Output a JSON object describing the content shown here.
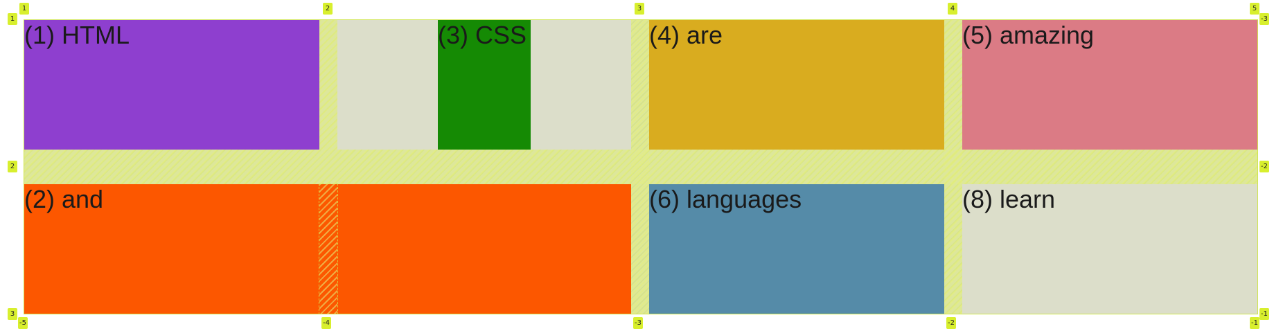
{
  "grid": {
    "overlay_color": "#dde79a",
    "items": {
      "item1": "(1) HTML",
      "item2": "(2) and",
      "item3": "(3) CSS",
      "item4": "(4) are",
      "item5": "(5) amazing",
      "item6": "(6) languages",
      "item8": "(8) learn"
    },
    "colors": {
      "item1": "#8e3fcf",
      "item2": "#fc5700",
      "item3": "#158a04",
      "item4": "#d9ac1f",
      "item5": "#db7b85",
      "item6": "#558ba8",
      "item8": "#dcdeca"
    }
  },
  "line_numbers": {
    "columns_top": [
      "1",
      "2",
      "3",
      "4",
      "5"
    ],
    "columns_bottom": [
      "-5",
      "-4",
      "-3",
      "-2",
      "-1"
    ],
    "rows_left": [
      "1",
      "2",
      "3"
    ],
    "rows_right": [
      "-3",
      "-2",
      "-1"
    ]
  }
}
